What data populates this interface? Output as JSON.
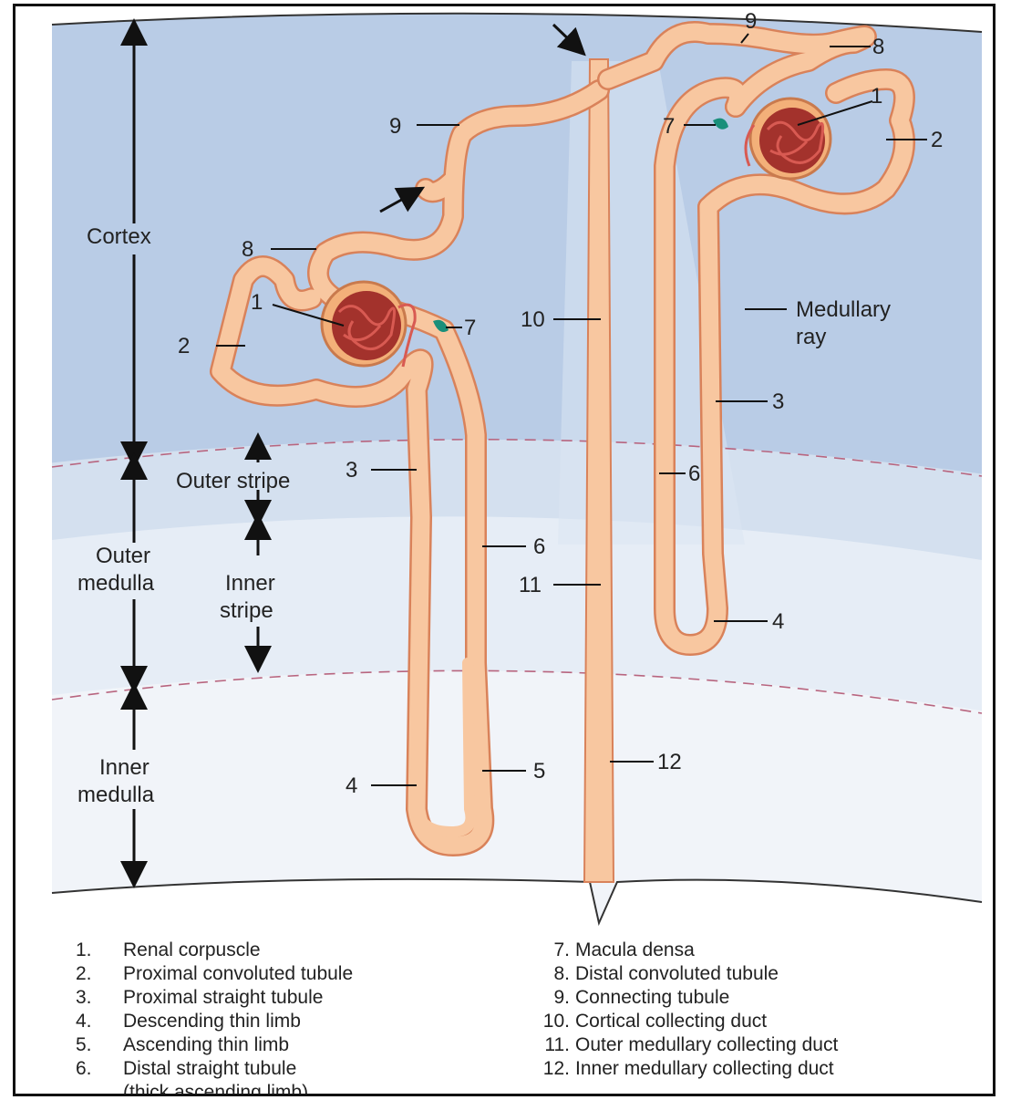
{
  "regions": {
    "cortex": "Cortex",
    "outer_medulla": [
      "Outer",
      "medulla"
    ],
    "inner_medulla": [
      "Inner",
      "medulla"
    ],
    "outer_stripe": "Outer stripe",
    "inner_stripe": [
      "Inner",
      "stripe"
    ],
    "medullary_ray": [
      "Medullary",
      "ray"
    ]
  },
  "callouts": {
    "n1": "1",
    "n2": "2",
    "n3": "3",
    "n4": "4",
    "n5": "5",
    "n6": "6",
    "n7": "7",
    "n8": "8",
    "n9": "9",
    "n10": "10",
    "n11": "11",
    "n12": "12"
  },
  "legend": {
    "left": [
      {
        "num": "1.",
        "text": "Renal corpuscle"
      },
      {
        "num": "2.",
        "text": "Proximal convoluted tubule"
      },
      {
        "num": "3.",
        "text": "Proximal straight tubule"
      },
      {
        "num": "4.",
        "text": "Descending thin limb"
      },
      {
        "num": "5.",
        "text": "Ascending thin limb"
      },
      {
        "num": "6.",
        "text": "Distal straight tubule"
      }
    ],
    "left_cont": "(thick ascending limb)",
    "right": [
      {
        "num": "7.",
        "text": "Macula densa"
      },
      {
        "num": "8.",
        "text": "Distal convoluted tubule"
      },
      {
        "num": "9.",
        "text": "Connecting tubule"
      },
      {
        "num": "10.",
        "text": "Cortical collecting duct"
      },
      {
        "num": "11.",
        "text": "Outer medullary collecting duct"
      },
      {
        "num": "12.",
        "text": "Inner medullary collecting duct"
      }
    ]
  },
  "colors": {
    "cortex": "#b9cce6",
    "outer_stripe": "#d4e0ef",
    "inner_stripe": "#e6edf6",
    "inner_medulla": "#f1f4f9",
    "tubule": "#f8c7a0",
    "tubule_edge": "#d9825a",
    "glomerulus": "#a3322c",
    "macula_densa": "#1a8f7a"
  }
}
